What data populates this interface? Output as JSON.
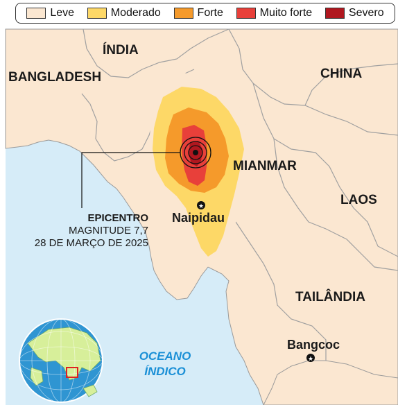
{
  "legend": {
    "items": [
      {
        "label": "Leve",
        "color": "#fbe7d1"
      },
      {
        "label": "Moderado",
        "color": "#fdd867"
      },
      {
        "label": "Forte",
        "color": "#f59a2b"
      },
      {
        "label": "Muito forte",
        "color": "#e8403a"
      },
      {
        "label": "Severo",
        "color": "#b0171f"
      }
    ]
  },
  "map": {
    "countries": {
      "india": "ÍNDIA",
      "bangladesh": "BANGLADESH",
      "china": "CHINA",
      "myanmar": "MIANMAR",
      "laos": "LAOS",
      "thailand": "TAILÂNDIA"
    },
    "cities": {
      "capital": "Naipidau",
      "bangkok": "Bangcoc"
    },
    "ocean": {
      "line1": "OCEANO",
      "line2": "ÍNDICO"
    },
    "epicenter": {
      "title": "EPICENTRO",
      "magnitude": "MAGNITUDE 7,7",
      "date": "28 DE MARÇO DE 2025"
    },
    "colors": {
      "land": "#fbe7d1",
      "sea": "#d6ecf8",
      "border": "#999999",
      "globe_sea": "#2f95d2",
      "globe_land": "#d7ef9a",
      "inset_marker": "#e02020"
    }
  }
}
